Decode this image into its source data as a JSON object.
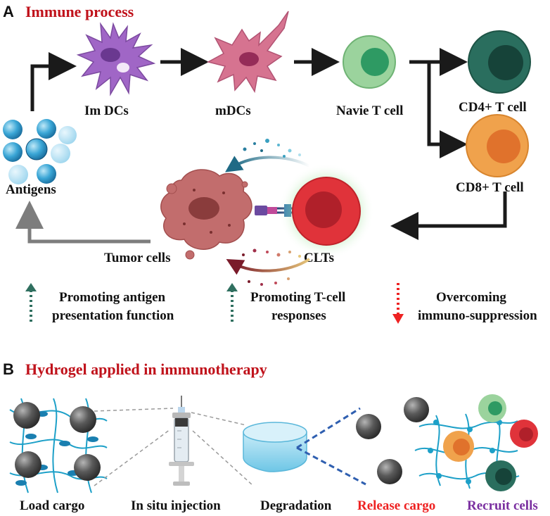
{
  "panel_a": {
    "letter": "A",
    "title": "Immune process",
    "labels": {
      "im_dcs": "Im DCs",
      "mdcs": "mDCs",
      "naive_t": "Navie T cell",
      "cd4": "CD4+ T cell",
      "cd8": "CD8+ T cell",
      "antigens": "Antigens",
      "tumor": "Tumor cells",
      "clts": "CLTs"
    },
    "legend": [
      {
        "line1": "Promoting antigen",
        "line2": "presentation function",
        "direction": "up",
        "color": "#2f6f5f"
      },
      {
        "line1": "Promoting T-cell",
        "line2": "responses",
        "direction": "up",
        "color": "#2f6f5f"
      },
      {
        "line1": "Overcoming",
        "line2": "immuno-suppression",
        "direction": "down",
        "color": "#ee2222"
      }
    ]
  },
  "panel_b": {
    "letter": "B",
    "title": "Hydrogel applied in immunotherapy",
    "labels": {
      "load": "Load cargo",
      "inject": "In situ injection",
      "degrade": "Degradation",
      "release": "Release cargo",
      "recruit": "Recruit cells"
    }
  }
}
